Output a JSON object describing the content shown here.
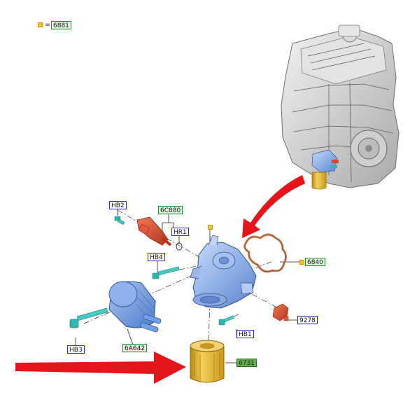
{
  "legend": {
    "symbol": "=",
    "code": "6881",
    "marker_color": "#f2c230"
  },
  "callouts": {
    "hb2": "HB2",
    "c6c880": "6C880",
    "hr1": "HR1",
    "hb4": "HB4",
    "c6840": "6840",
    "c9278": "9278",
    "hb1": "HB1",
    "hb3": "HB3",
    "c6a642": "6A642",
    "c6731": "6731"
  },
  "colors": {
    "arrow": "#e8141b",
    "housing": "#8fb1e8",
    "cooler": "#6f9fe6",
    "sensor_red": "#d9472b",
    "bolt_cyan": "#2fb6b0",
    "filter": "#e6b52b",
    "gasket": "#c97a52",
    "engine": "#d9d9d9"
  }
}
